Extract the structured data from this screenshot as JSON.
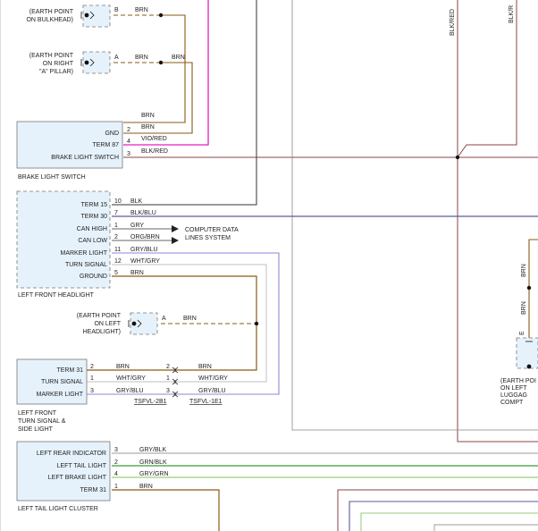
{
  "earth_points": {
    "bulkhead": [
      "(EARTH POINT",
      "ON BULKHEAD)"
    ],
    "right_a_pillar": [
      "(EARTH POINT",
      "ON RIGHT",
      "\"A\" PILLAR)"
    ],
    "left_headlight": [
      "(EARTH POINT",
      "ON LEFT",
      "HEADLIGHT)"
    ],
    "luggage": [
      "(EARTH POI",
      "ON LEFT",
      "LUGGAG",
      "COMPT"
    ],
    "pin_b": "B",
    "pin_a": "A",
    "pin_e": "E"
  },
  "brake_light_switch": {
    "name": "BRAKE LIGHT SWITCH",
    "pins": [
      {
        "label": "GND",
        "num": "2"
      },
      {
        "label": "TERM 87",
        "num": "4"
      },
      {
        "label": "BRAKE LIGHT SWITCH",
        "num": "3"
      }
    ]
  },
  "left_front_headlight": {
    "name": "LEFT FRONT HEADLIGHT",
    "pins": [
      {
        "label": "TERM 15",
        "num": "10"
      },
      {
        "label": "TERM 30",
        "num": "7"
      },
      {
        "label": "CAN HIGH",
        "num": "1"
      },
      {
        "label": "CAN LOW",
        "num": "2"
      },
      {
        "label": "MARKER LIGHT",
        "num": "11"
      },
      {
        "label": "TURN SIGNAL",
        "num": "12"
      },
      {
        "label": "GROUND",
        "num": "5"
      }
    ],
    "computer_note": [
      "COMPUTER DATA",
      "LINES SYSTEM"
    ]
  },
  "left_front_turn_signal": {
    "name": [
      "LEFT FRONT",
      "TURN SIGNAL &",
      "SIDE LIGHT"
    ],
    "pins": [
      {
        "label": "TERM 31",
        "num": "2"
      },
      {
        "label": "TURN SIGNAL",
        "num": "1"
      },
      {
        "label": "MARKER LIGHT",
        "num": "3"
      }
    ],
    "connector_left": "TSFVL-2B1",
    "connector_right": "TSFVL-1E1",
    "right_pins": [
      "2",
      "1",
      "3"
    ]
  },
  "left_tail_light_cluster": {
    "name": "LEFT TAIL LIGHT CLUSTER",
    "pins": [
      {
        "label": "LEFT REAR INDICATOR",
        "num": "3"
      },
      {
        "label": "LEFT TAIL LIGHT",
        "num": "2"
      },
      {
        "label": "LEFT BRAKE LIGHT",
        "num": "4"
      },
      {
        "label": "TERM 31",
        "num": "1"
      }
    ]
  },
  "wires": {
    "brn": "BRN",
    "vio_red": "VIO/RED",
    "blk_red": "BLK/RED",
    "blk": "BLK",
    "blk_blu": "BLK/BLU",
    "gry": "GRY",
    "org_brn": "ORG/BRN",
    "gry_blu": "GRY/BLU",
    "wht_gry": "WHT/GRY",
    "gry_blk": "GRY/BLK",
    "grn_blk": "GRN/BLK",
    "gry_grn": "GRY/GRN",
    "blk_red_vertical": "BLK/RED",
    "blk_r_partial": "BLK/R"
  },
  "colors": {
    "brn": "#8a5a14",
    "vio_red": "#e020c8",
    "blk_red": "#8a4646",
    "blk": "#333333",
    "blk_blu": "#5a5a9a",
    "gry": "#bbbbbb",
    "gry_blu": "#8a8ad8",
    "gry_blk": "#999999",
    "grn_blk": "#3a9a3a",
    "gry_grn": "#9acd80",
    "box_fill": "#e6f2fb",
    "box_stroke": "#777777"
  }
}
